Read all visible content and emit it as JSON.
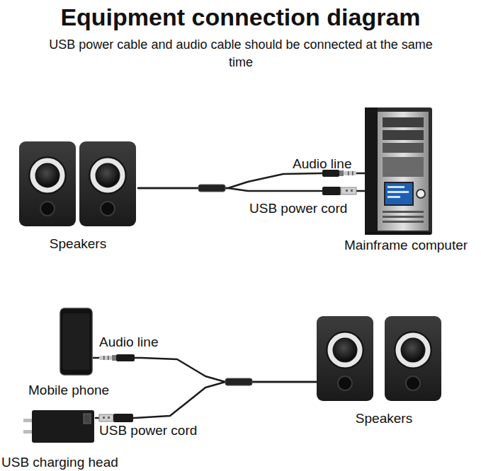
{
  "diagram": {
    "title": "Equipment connection diagram",
    "nodes": [
      {
        "text": [
          "Speakers"
        ]
      },
      {
        "text": [
          "Mainframe computer"
        ]
      },
      {
        "text": [
          "Mobile phone"
        ]
      },
      {
        "text": [
          "USB charging head"
        ]
      },
      {
        "text": [
          "Speakers"
        ]
      }
    ],
    "edges": [
      {
        "from": 0,
        "to": 1,
        "label": "Audio line",
        "arrow": "none"
      },
      {
        "from": 0,
        "to": 1,
        "label": "USB power cord",
        "arrow": "none"
      },
      {
        "from": 4,
        "to": 2,
        "label": "Audio line",
        "arrow": "none"
      },
      {
        "from": 4,
        "to": 3,
        "label": "USB power cord",
        "arrow": "none"
      }
    ],
    "labels": [
      "USB power cable and audio cable should be connected at the same time"
    ]
  }
}
